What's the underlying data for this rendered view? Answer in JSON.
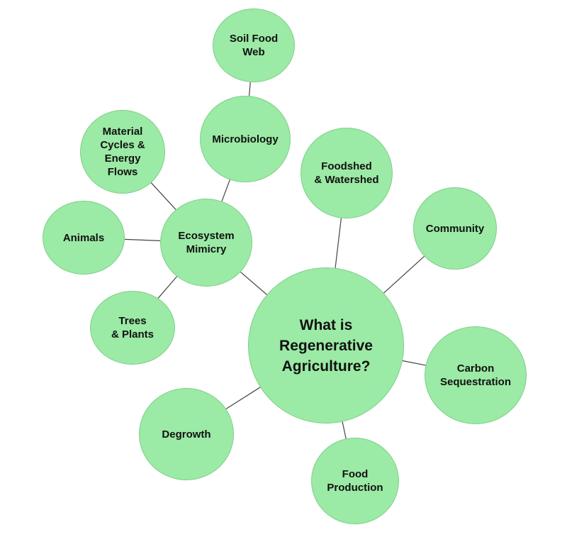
{
  "theme": {
    "node_fill": "#9beaa5",
    "node_stroke": "#7fcf8a",
    "link_color": "#444444",
    "background": "#ffffff"
  },
  "nodes": {
    "center": {
      "label": "What is\nRegenerative\nAgriculture?"
    },
    "ecosystem_mimicry": {
      "label": "Ecosystem\nMimicry"
    },
    "microbiology": {
      "label": "Microbiology"
    },
    "soil_food_web": {
      "label": "Soil Food\nWeb"
    },
    "material_cycles": {
      "label": "Material\nCycles &\nEnergy\nFlows"
    },
    "animals": {
      "label": "Animals"
    },
    "trees_plants": {
      "label": "Trees\n& Plants"
    },
    "foodshed_watershed": {
      "label": "Foodshed\n& Watershed"
    },
    "community": {
      "label": "Community"
    },
    "carbon_sequestration": {
      "label": "Carbon\nSequestration"
    },
    "food_production": {
      "label": "Food\nProduction"
    },
    "degrowth": {
      "label": "Degrowth"
    }
  },
  "links": [
    {
      "from": "center",
      "to": "ecosystem_mimicry"
    },
    {
      "from": "center",
      "to": "foodshed_watershed"
    },
    {
      "from": "center",
      "to": "community"
    },
    {
      "from": "center",
      "to": "carbon_sequestration"
    },
    {
      "from": "center",
      "to": "food_production"
    },
    {
      "from": "center",
      "to": "degrowth"
    },
    {
      "from": "ecosystem_mimicry",
      "to": "microbiology"
    },
    {
      "from": "ecosystem_mimicry",
      "to": "material_cycles"
    },
    {
      "from": "ecosystem_mimicry",
      "to": "animals"
    },
    {
      "from": "ecosystem_mimicry",
      "to": "trees_plants"
    },
    {
      "from": "microbiology",
      "to": "soil_food_web"
    }
  ]
}
